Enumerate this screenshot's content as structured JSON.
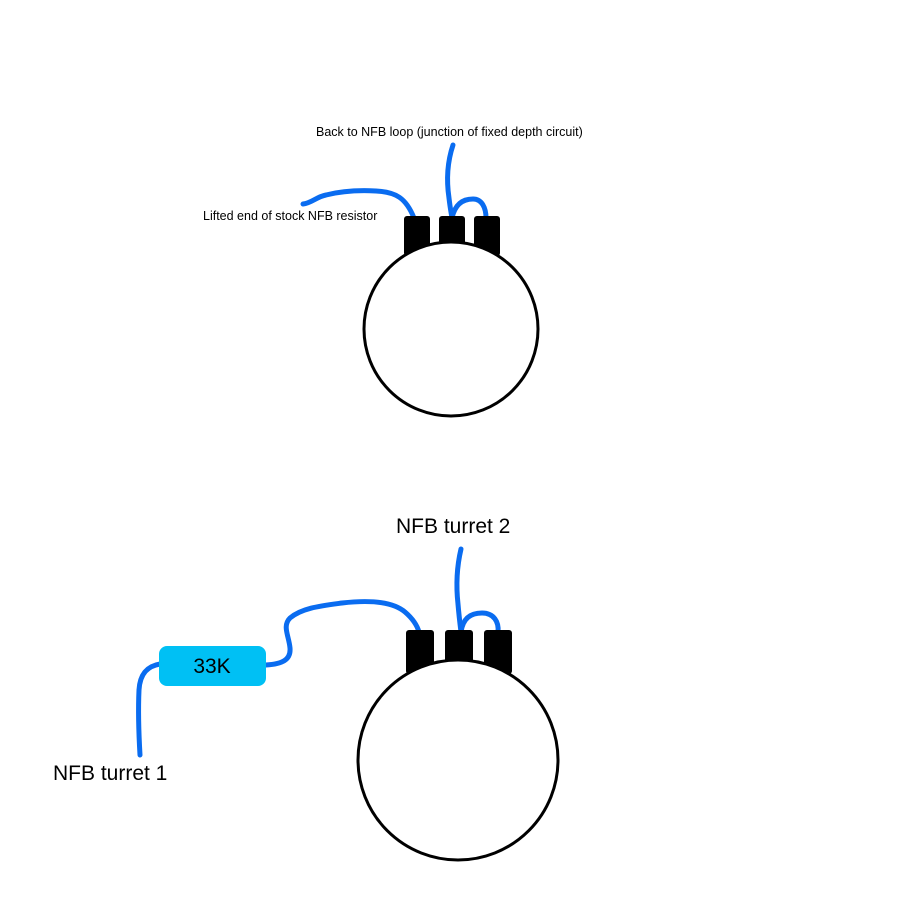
{
  "colors": {
    "wire": "#0a6cf0",
    "resistor": "#00c0f4",
    "outline": "#000000",
    "background": "#ffffff"
  },
  "top_diagram": {
    "label_nfb_loop": "Back to NFB loop (junction of fixed depth circuit)",
    "label_lifted_end": "Lifted end of stock NFB resistor"
  },
  "bottom_diagram": {
    "label_turret_2": "NFB turret 2",
    "label_turret_1": "NFB turret 1",
    "resistor_value": "33K"
  }
}
